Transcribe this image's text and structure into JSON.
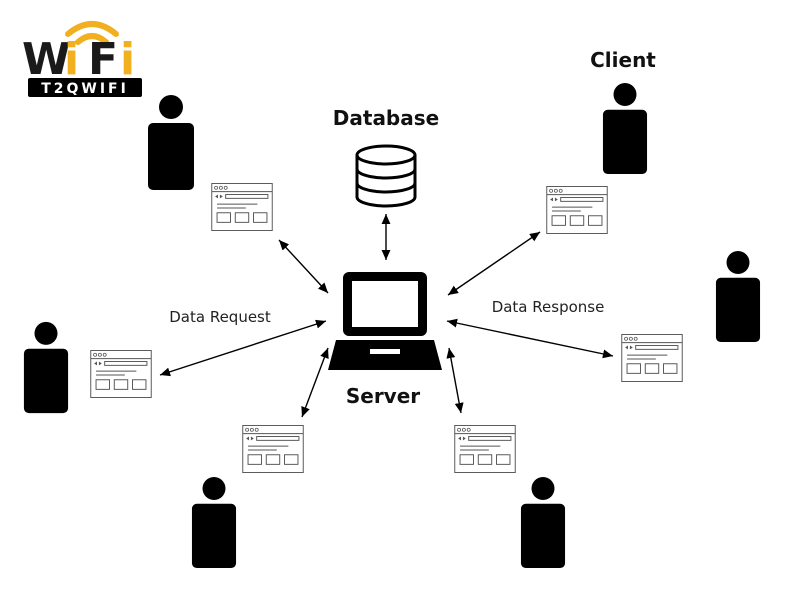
{
  "logo": {
    "word": "WiFi",
    "letters": [
      "W",
      "i",
      "F",
      "i"
    ],
    "tagline": "T2QWIFI",
    "colors": {
      "dark": "#1a1a1a",
      "accent": "#f0b020",
      "tagline_bg": "#000000",
      "tagline_text": "#ffffff"
    }
  },
  "labels": {
    "database": "Database",
    "client": "Client",
    "server": "Server",
    "data_request": "Data Request",
    "data_response": "Data Response"
  },
  "icons": {
    "person": "person-icon",
    "browser": "browser-window-icon",
    "database": "database-icon",
    "laptop": "laptop-icon"
  },
  "colors": {
    "ink": "#000000",
    "window_stroke": "#555555"
  }
}
